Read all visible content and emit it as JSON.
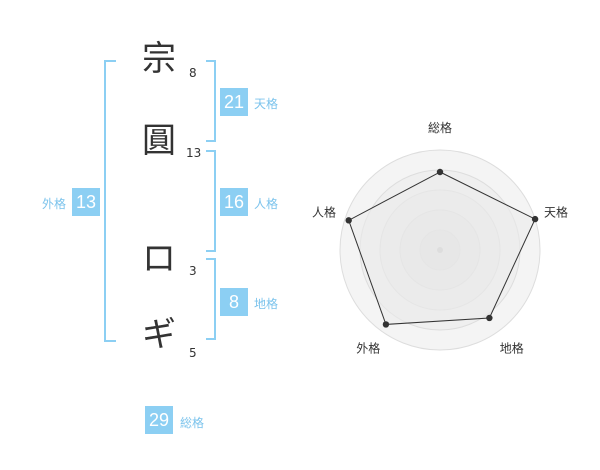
{
  "name": {
    "chars": [
      {
        "char": "宗",
        "strokes": "8"
      },
      {
        "char": "圓",
        "strokes": "13"
      },
      {
        "char": "ロ",
        "strokes": "3"
      },
      {
        "char": "ギ",
        "strokes": "5"
      }
    ]
  },
  "kaku": {
    "tenkaku": {
      "value": "21",
      "label": "天格"
    },
    "jinkaku": {
      "value": "16",
      "label": "人格"
    },
    "chikaku": {
      "value": "8",
      "label": "地格"
    },
    "gaikaku": {
      "value": "13",
      "label": "外格"
    },
    "soukaku": {
      "value": "29",
      "label": "総格"
    }
  },
  "colors": {
    "accent": "#8ccff3",
    "accent_text": "#7bc3ec",
    "text": "#333333"
  },
  "chart_data": {
    "type": "radar",
    "categories": [
      "総格",
      "天格",
      "地格",
      "外格",
      "人格"
    ],
    "values": [
      0.78,
      1.0,
      0.84,
      0.92,
      0.96
    ],
    "range": [
      0,
      1
    ]
  }
}
